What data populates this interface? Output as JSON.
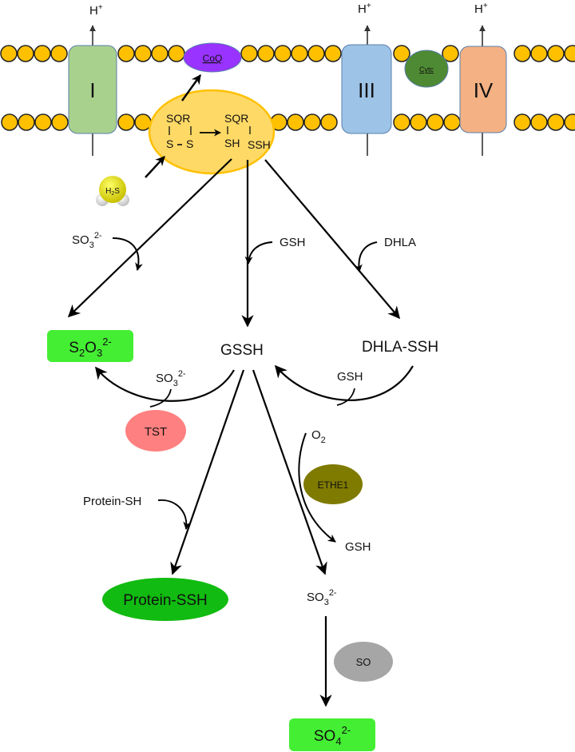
{
  "title": "Mitochondrial H2S oxidation pathway",
  "colors": {
    "lipid_bead": "#ffc000",
    "complex_I": "#a9d18e",
    "complex_III": "#9dc3e6",
    "complex_IV": "#f4b183",
    "coq": "#9933ff",
    "cytc": "#4e8a33",
    "sqr": "#ffd966",
    "sqr_border": "#ffc000",
    "product_box": "#44ee33",
    "protein_ssh": "#11bb11",
    "tst": "#ff8080",
    "ethe1": "#7f7a00",
    "so": "#a6a6a6"
  },
  "membrane": {
    "complexes": [
      {
        "id": "I",
        "label": "I",
        "proton": "H+"
      },
      {
        "id": "III",
        "label": "III",
        "proton": "H+"
      },
      {
        "id": "IV",
        "label": "IV",
        "proton": "H+"
      }
    ],
    "carriers": {
      "coq": "CoQ",
      "cytc": "Cytc"
    }
  },
  "sqr": {
    "left": {
      "top": "SQR",
      "bottom_left": "S",
      "bottom_right": "S"
    },
    "right": {
      "top": "SQR",
      "bottom_left": "SH",
      "bottom_right": "SSH"
    }
  },
  "substrate": {
    "h2s": "H2S"
  },
  "nodes": {
    "so3_left": "SO3 2-",
    "gsh_top": "GSH",
    "dhla": "DHLA",
    "thiosulfate": "S2O3 2-",
    "gssh": "GSSH",
    "dhla_ssh": "DHLA-SSH",
    "so3_tst": "SO3 2-",
    "gsh_recycle": "GSH",
    "o2": "O2",
    "gsh_ethe1": "GSH",
    "protein_sh": "Protein-SH",
    "protein_ssh": "Protein-SSH",
    "sulfite": "SO3 2-",
    "sulfate": "SO4 2-"
  },
  "enzymes": {
    "tst": "TST",
    "ethe1": "ETHE1",
    "so": "SO"
  },
  "formula_parts": {
    "h": "H",
    "plus": "+",
    "so": "SO",
    "s": "S",
    "o": "O",
    "sub2": "2",
    "sub3": "3",
    "sub4": "4",
    "charge": "2-",
    "h2s_h": "H",
    "h2s_s": "S"
  }
}
